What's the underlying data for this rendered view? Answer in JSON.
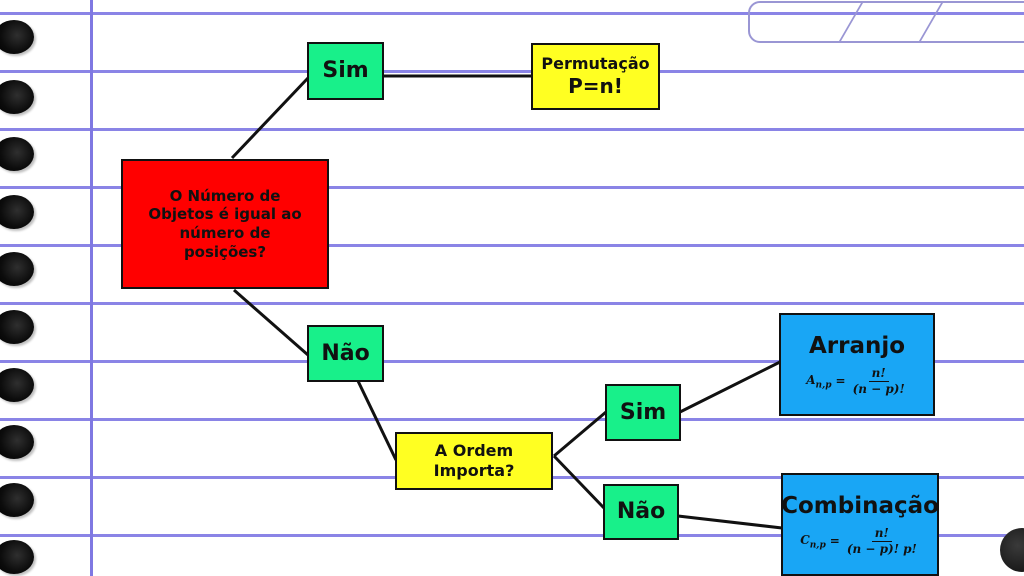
{
  "diagram": {
    "root": "O Número de Objetos é igual ao número de posições?",
    "top_yes_label": "Sim",
    "permutation": {
      "name": "Permutação",
      "formula": "P=n!"
    },
    "no_label": "Não",
    "order_question": "A Ordem Importa?",
    "order_yes_label": "Sim",
    "order_no_label": "Não",
    "arrangement": {
      "name": "Arranjo",
      "symbol": "A",
      "subscript": "n,p",
      "numerator": "n!",
      "denominator": "(n − p)!"
    },
    "combination": {
      "name": "Combinação",
      "symbol": "C",
      "subscript": "n,p",
      "numerator": "n!",
      "denominator": "(n − p)! p!"
    }
  },
  "colors": {
    "root": "#ff0000",
    "yes_no": "#18f08a",
    "yellow": "#ffff22",
    "blue": "#19a6f5",
    "paper_lines": "#8a84e6"
  }
}
